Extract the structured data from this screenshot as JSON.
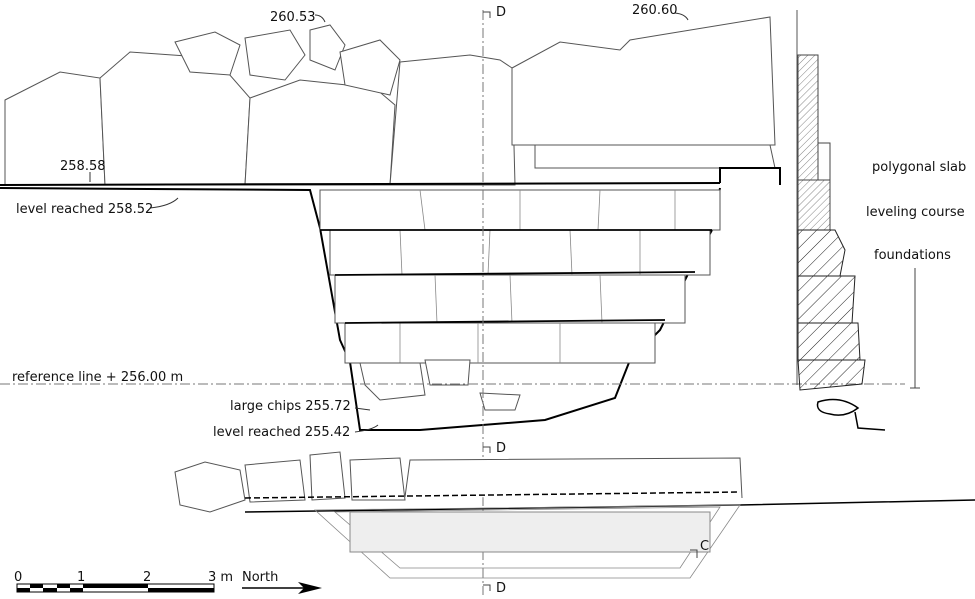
{
  "elevations": {
    "top_left": "260.53",
    "top_right": "260.60",
    "slab_top": "258.58",
    "level_reached_upper": "level reached 258.52",
    "large_chips": "large chips 255.72",
    "level_reached_lower": "level reached 255.42"
  },
  "reference_line": "reference line + 256.00 m",
  "section_markers": {
    "d_top": "D",
    "d_middle": "D",
    "d_bottom": "D",
    "c": "C"
  },
  "legend": {
    "polygonal_slab": "polygonal slab",
    "leveling_course": "leveling course",
    "foundations": "foundations"
  },
  "scale_bar": {
    "ticks": [
      "0",
      "1",
      "2",
      "3 m"
    ]
  },
  "north_arrow": {
    "label": "North"
  }
}
